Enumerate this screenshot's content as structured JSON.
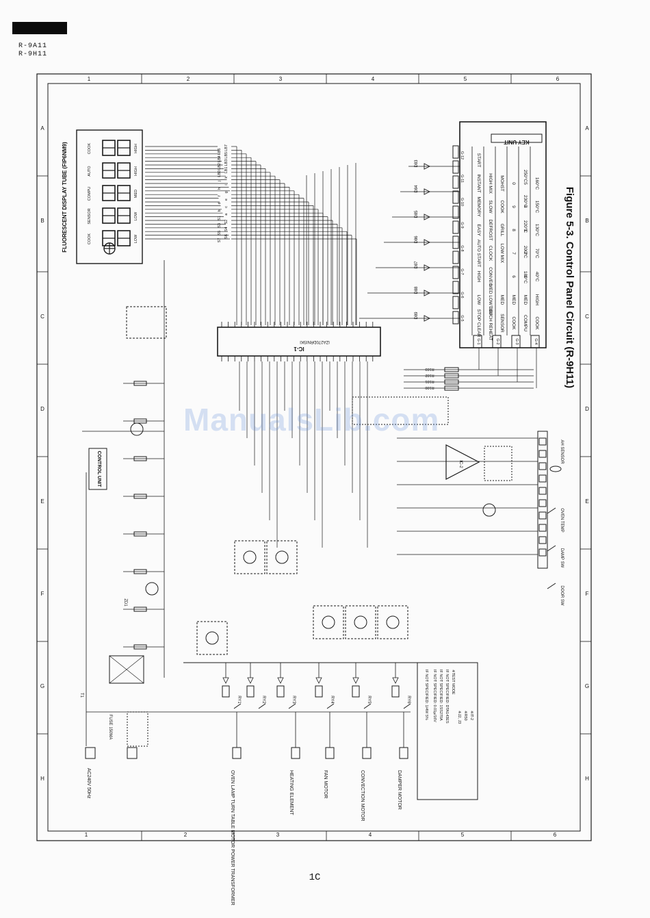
{
  "header": {
    "models": [
      "R-9A11",
      "R-9H11"
    ]
  },
  "figure": {
    "caption": "Figure 5-3. Control Panel Circuit (R-9H11)"
  },
  "grid": {
    "columns": [
      "1",
      "2",
      "3",
      "4",
      "5",
      "6"
    ],
    "rows": [
      "A",
      "B",
      "C",
      "D",
      "E",
      "F",
      "G",
      "H"
    ]
  },
  "blocks": {
    "display_tube": "FLUORESCENT DISPLAY TUBE (FIP6NM9)",
    "display_modes": [
      "COOK",
      "AUTO",
      "COMPU",
      "SENSOR",
      "COOK"
    ],
    "display_levels": [
      "HIGH",
      "HIGH",
      "MED",
      "LOW",
      "LOW"
    ],
    "key_unit": "KEY UNIT",
    "control_unit": "CONTROL UNIT",
    "ic1": "IC-1",
    "ic1_part": "IZA270DRNISKI",
    "ic2": "IC-2",
    "ah_sensor": "AH SENSOR"
  },
  "keypad": {
    "rows": [
      [
        "STOP CLEAR",
        "LOW",
        "HIGH",
        "AUTO START",
        "EASY",
        "MEMORY",
        "INSTANT",
        "START"
      ],
      [
        "TOUCH REHEAT",
        "MED LOW DEF",
        "CONVEC",
        "CLOCK",
        "DEFROST",
        "SLOW",
        "HIGH MIX",
        ""
      ],
      [
        "SENSOR",
        "MED",
        "",
        "LOW MIX",
        "GRILL",
        "COOK",
        "MOHST",
        ""
      ],
      [
        "COOK",
        "MED",
        "6",
        "7",
        "8",
        "9",
        "0",
        ""
      ],
      [
        "COMPU",
        "MED",
        "1",
        "2",
        "3",
        "4",
        "5",
        ""
      ],
      [
        "COOK",
        "HIGH",
        "40°C",
        "70°C",
        "130°C",
        "150°C",
        "160°C",
        ""
      ]
    ],
    "temps_top": [
      "180°C",
      "200°C",
      "220°C",
      "230°C",
      "250°C"
    ],
    "grid_labels": [
      "G-1",
      "G-2",
      "G-3",
      "G-4",
      "G-5",
      "G-6",
      "G-7",
      "G-8",
      "G-9",
      "G-10",
      "G-11",
      "G-12"
    ]
  },
  "diodes_right": [
    "D89",
    "D88",
    "D87",
    "D86",
    "D85",
    "D84",
    "D83"
  ],
  "resistors_bottom": [
    "R103",
    "R102",
    "R101",
    "R100"
  ],
  "segment_lines": [
    "LB7",
    "LB6",
    "LB5",
    "LB4",
    "LB3",
    "LB2",
    "LB1",
    "LB0",
    "k",
    "j",
    "i",
    "h",
    "g",
    "f",
    "e",
    "d",
    "c",
    "b",
    "a",
    "S1",
    "S2",
    "S3",
    "S4",
    "S5",
    "S6",
    "S7"
  ],
  "relays": [
    "RY1",
    "RY2",
    "RY3",
    "RY4",
    "RY5",
    "RY6"
  ],
  "outputs": [
    "OVEN LAMP TURN TABLE MOTOR POWER TRANSFORMER",
    "HEATING ELEMENT",
    "FAN MOTOR",
    "CONVECTION MOTOR",
    "DAMPER MOTOR"
  ],
  "power": {
    "supply": "AC240V 50Hz",
    "fuse": "FUSE 150MA",
    "transformer": "T1",
    "zener": "ZD1"
  },
  "switches": [
    "OVEN TEMP",
    "DAMP SW",
    "DOOR SW"
  ],
  "notes": {
    "header": "IF NOT SPECIFIED: 1/4W 5%",
    "lines": [
      "IF NOT SPECIFIED: 0.01μ/16V",
      "IF NOT SPECIFIED: 1SS270A",
      "IF NOT SPECIFIED: DTA143ES",
      "※TEST MODE",
      "※J2, J3",
      "※R50",
      "※IT-2"
    ]
  },
  "page": {
    "number": "1C",
    "watermark": "ManualsLib.com"
  }
}
